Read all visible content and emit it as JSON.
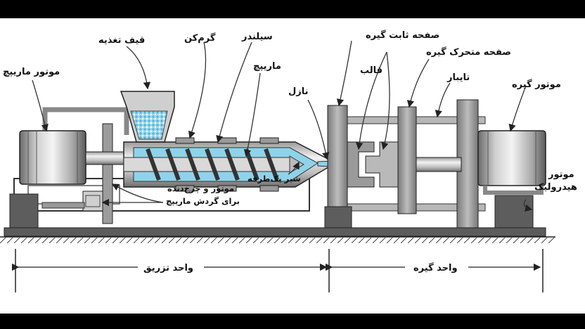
{
  "labels": {
    "feed_hopper": "قیف تغذیه",
    "heater": "گرم‌کن",
    "cylinder": "سیلندر",
    "screw": "ماریپچ",
    "screw_motor": "موتور ماریپچ",
    "nozzle": "نازل",
    "fixed_platen": "صفحه ثابت گیره",
    "moving_platen": "صفحه متحرک گیره",
    "mold": "قالب",
    "tie_bar": "تایبار",
    "clamp_motor": "موتور گیره",
    "hydraulic_motor_line1": "موتور",
    "hydraulic_motor_line2": "هیدرولیک",
    "check_valve": "شیر یک‌طرفه",
    "gear_motor_line1": "موتور و چرخ‌دنده",
    "gear_motor_line2": "برای گردش ماریپچ",
    "injection_unit": "واحد تزریق",
    "clamping_unit": "واحد گیره"
  },
  "colors": {
    "melt": "#8ed3ea",
    "metal_light": "#e4e4e4",
    "metal_mid": "#bdbdbd",
    "metal_dark": "#7d7d7d",
    "outline": "#2a2a2a"
  }
}
